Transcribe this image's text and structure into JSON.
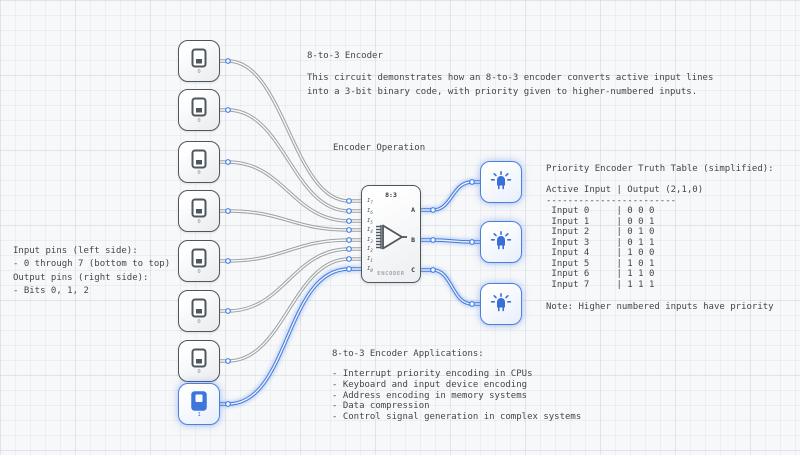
{
  "colors": {
    "active_blue": "#3d76dd",
    "inactive_gray": "#9ca0a5"
  },
  "annotations": {
    "title": "8-to-3 Encoder",
    "description": [
      "This circuit demonstrates how an 8-to-3 encoder converts active input lines",
      "into a 3-bit binary code, with priority given to higher-numbered inputs."
    ],
    "operation_label": "Encoder Operation",
    "io_note": [
      "Input pins (left side):",
      "- 0 through 7 (bottom to top)",
      "Output pins (right side):",
      "- Bits 0, 1, 2"
    ],
    "truth_table": {
      "title": "Priority Encoder Truth Table (simplified):",
      "columns": [
        "Active Input",
        "Output (2,1,0)"
      ],
      "divider": "------------------------",
      "rows": [
        [
          "Input 0",
          "0 0 0"
        ],
        [
          "Input 1",
          "0 0 1"
        ],
        [
          "Input 2",
          "0 1 0"
        ],
        [
          "Input 3",
          "0 1 1"
        ],
        [
          "Input 4",
          "1 0 0"
        ],
        [
          "Input 5",
          "1 0 1"
        ],
        [
          "Input 6",
          "1 1 0"
        ],
        [
          "Input 7",
          "1 1 1"
        ]
      ],
      "note": "Note: Higher numbered inputs have priority"
    },
    "applications": {
      "title": "8-to-3 Encoder Applications:",
      "items": [
        "- Interrupt priority encoding in CPUs",
        "- Keyboard and input device encoding",
        "- Address encoding in memory systems",
        "- Data compression",
        "- Control signal generation in complex systems"
      ]
    }
  },
  "components": {
    "switches": [
      {
        "value": "0",
        "state": "off"
      },
      {
        "value": "0",
        "state": "off"
      },
      {
        "value": "0",
        "state": "off"
      },
      {
        "value": "0",
        "state": "off"
      },
      {
        "value": "0",
        "state": "off"
      },
      {
        "value": "0",
        "state": "off"
      },
      {
        "value": "0",
        "state": "off"
      },
      {
        "value": "1",
        "state": "on"
      }
    ],
    "encoder": {
      "size_label": "8:3",
      "name_label": "ENCODER",
      "input_pins": [
        {
          "base": "I",
          "sub": "7"
        },
        {
          "base": "I",
          "sub": "6"
        },
        {
          "base": "I",
          "sub": "5"
        },
        {
          "base": "I",
          "sub": "4"
        },
        {
          "base": "I",
          "sub": "3"
        },
        {
          "base": "I",
          "sub": "2"
        },
        {
          "base": "I",
          "sub": "1"
        },
        {
          "base": "I",
          "sub": "0"
        }
      ],
      "output_pins": [
        "A",
        "B",
        "C"
      ]
    },
    "leds": [
      {
        "state": "on"
      },
      {
        "state": "on"
      },
      {
        "state": "on"
      }
    ]
  }
}
